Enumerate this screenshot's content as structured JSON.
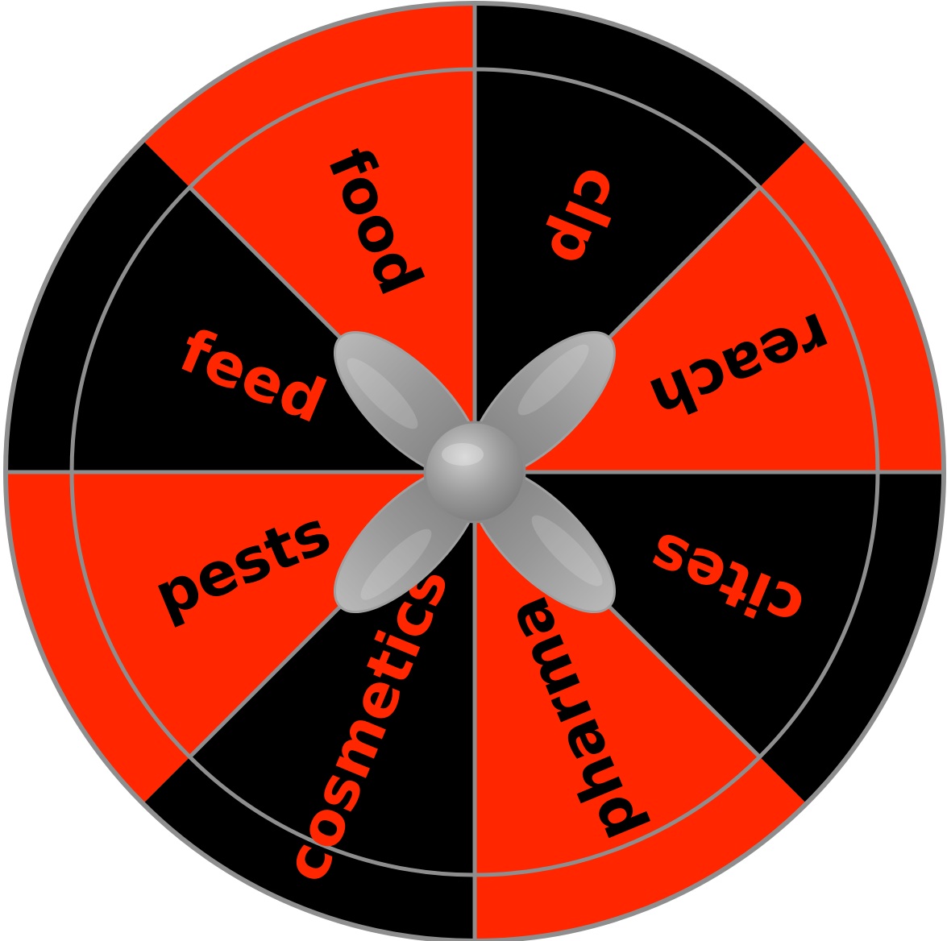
{
  "colors": {
    "red": "#ff2600",
    "black": "#000000",
    "grey": "#8e8e8e",
    "spinner": "#989898"
  },
  "segments": [
    {
      "name": "food",
      "label": "food",
      "inner_fill": "red",
      "outer_fill": "red",
      "text_color": "black"
    },
    {
      "name": "clp",
      "label": "clp",
      "inner_fill": "black",
      "outer_fill": "black",
      "text_color": "red"
    },
    {
      "name": "reach",
      "label": "reach",
      "inner_fill": "red",
      "outer_fill": "red",
      "text_color": "black"
    },
    {
      "name": "cites",
      "label": "cites",
      "inner_fill": "black",
      "outer_fill": "black",
      "text_color": "red"
    },
    {
      "name": "pharma",
      "label": "pharma",
      "inner_fill": "red",
      "outer_fill": "red",
      "text_color": "black"
    },
    {
      "name": "cosmetics",
      "label": "cosmetics",
      "inner_fill": "black",
      "outer_fill": "black",
      "text_color": "red"
    },
    {
      "name": "pests",
      "label": "pests",
      "inner_fill": "red",
      "outer_fill": "red",
      "text_color": "black"
    },
    {
      "name": "feed",
      "label": "feed",
      "inner_fill": "black",
      "outer_fill": "black",
      "text_color": "red"
    }
  ],
  "spinner": {
    "blades": 4,
    "type": "propeller"
  }
}
